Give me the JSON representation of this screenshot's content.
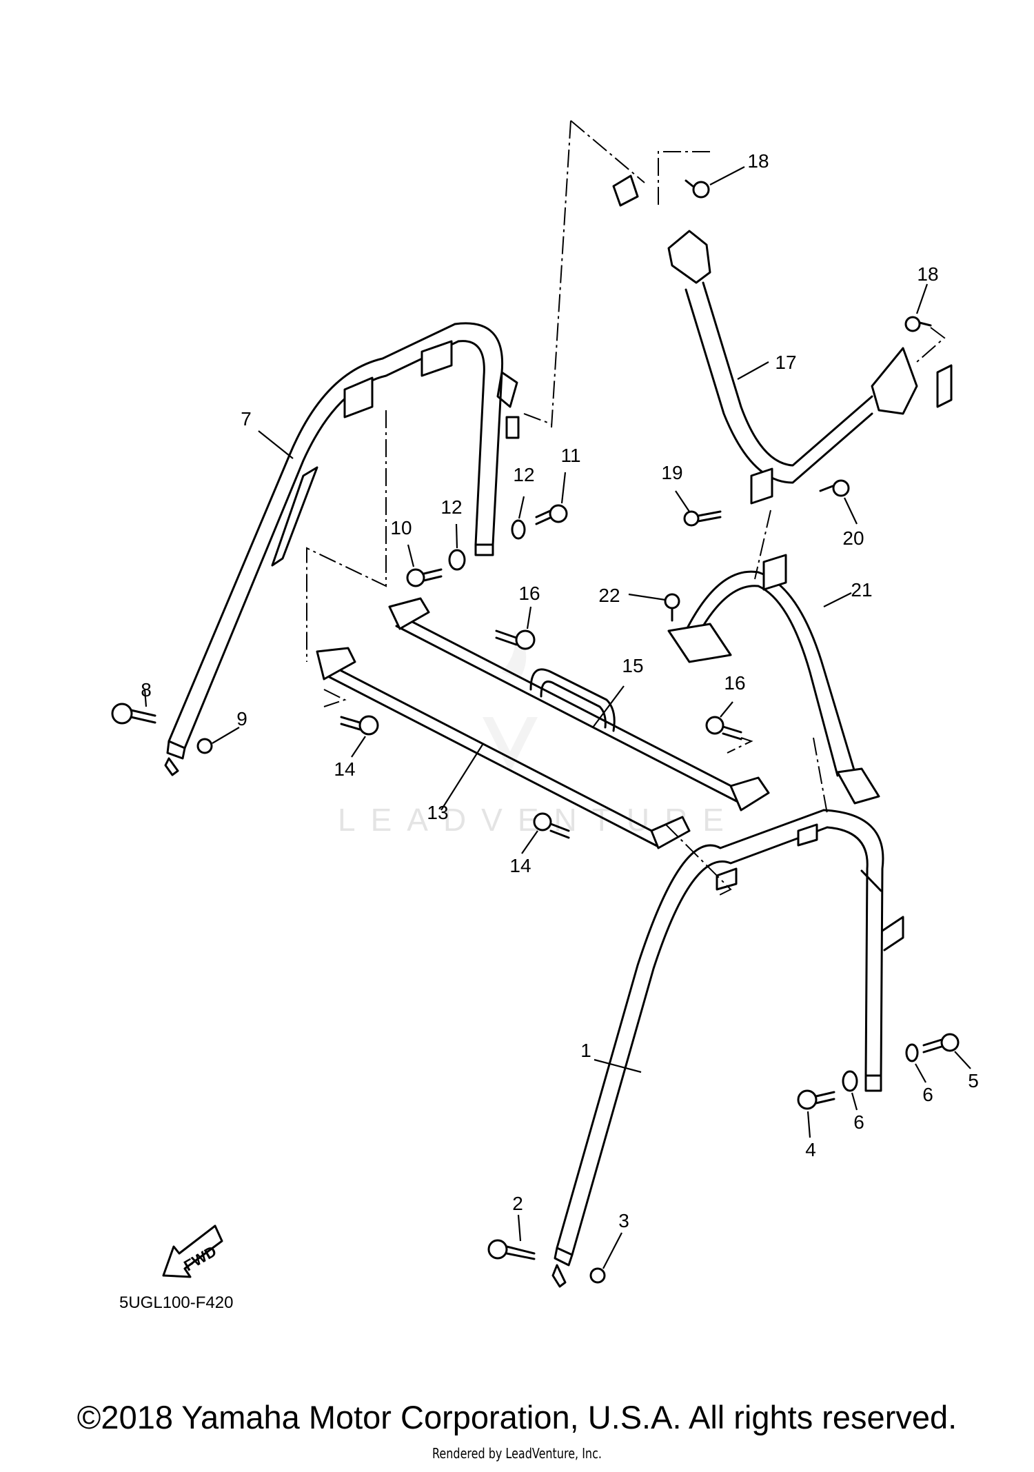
{
  "diagram": {
    "code": "5UGL100-F420",
    "fwd_label": "FWD",
    "watermark": "LEADVENTURE",
    "callouts": [
      "1",
      "2",
      "3",
      "4",
      "5",
      "6",
      "6",
      "7",
      "8",
      "9",
      "10",
      "11",
      "12",
      "12",
      "13",
      "14",
      "14",
      "15",
      "16",
      "16",
      "17",
      "18",
      "18",
      "19",
      "20",
      "21",
      "22"
    ]
  },
  "footer": {
    "copyright": "©2018 Yamaha Motor Corporation, U.S.A. All rights reserved.",
    "credit": "Rendered by LeadVenture, Inc."
  }
}
